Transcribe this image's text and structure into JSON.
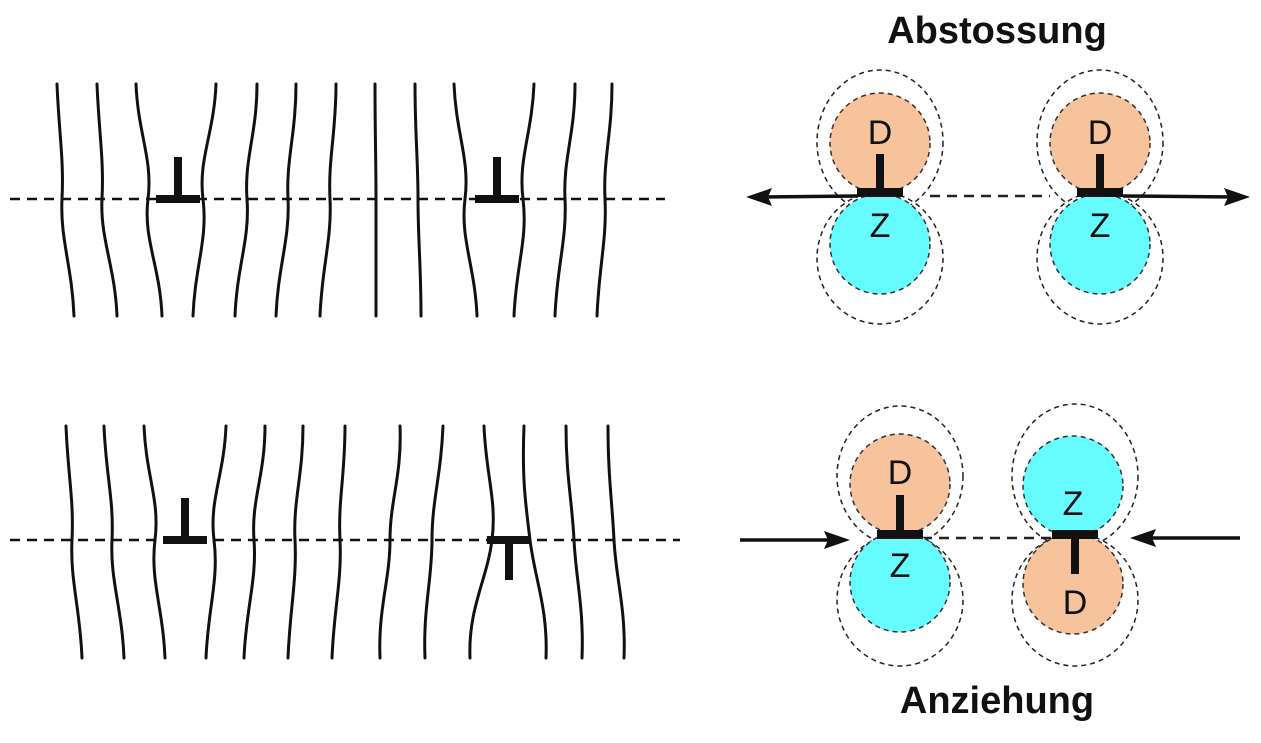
{
  "captions": {
    "top": "Abstossung",
    "bottom": "Anziehung"
  },
  "zones": {
    "compression": "D",
    "tension": "Z"
  },
  "colors": {
    "compression_fill": "#f7c39c",
    "tension_fill": "#66fcff",
    "line": "#111111"
  },
  "panels": [
    {
      "name": "repulsion",
      "dislocations": [
        {
          "symbol": "⊥",
          "orientation": "up"
        },
        {
          "symbol": "⊥",
          "orientation": "up"
        }
      ],
      "force_direction": "outward"
    },
    {
      "name": "attraction",
      "dislocations": [
        {
          "symbol": "⊥",
          "orientation": "up"
        },
        {
          "symbol": "⊤",
          "orientation": "down"
        }
      ],
      "force_direction": "inward"
    }
  ]
}
